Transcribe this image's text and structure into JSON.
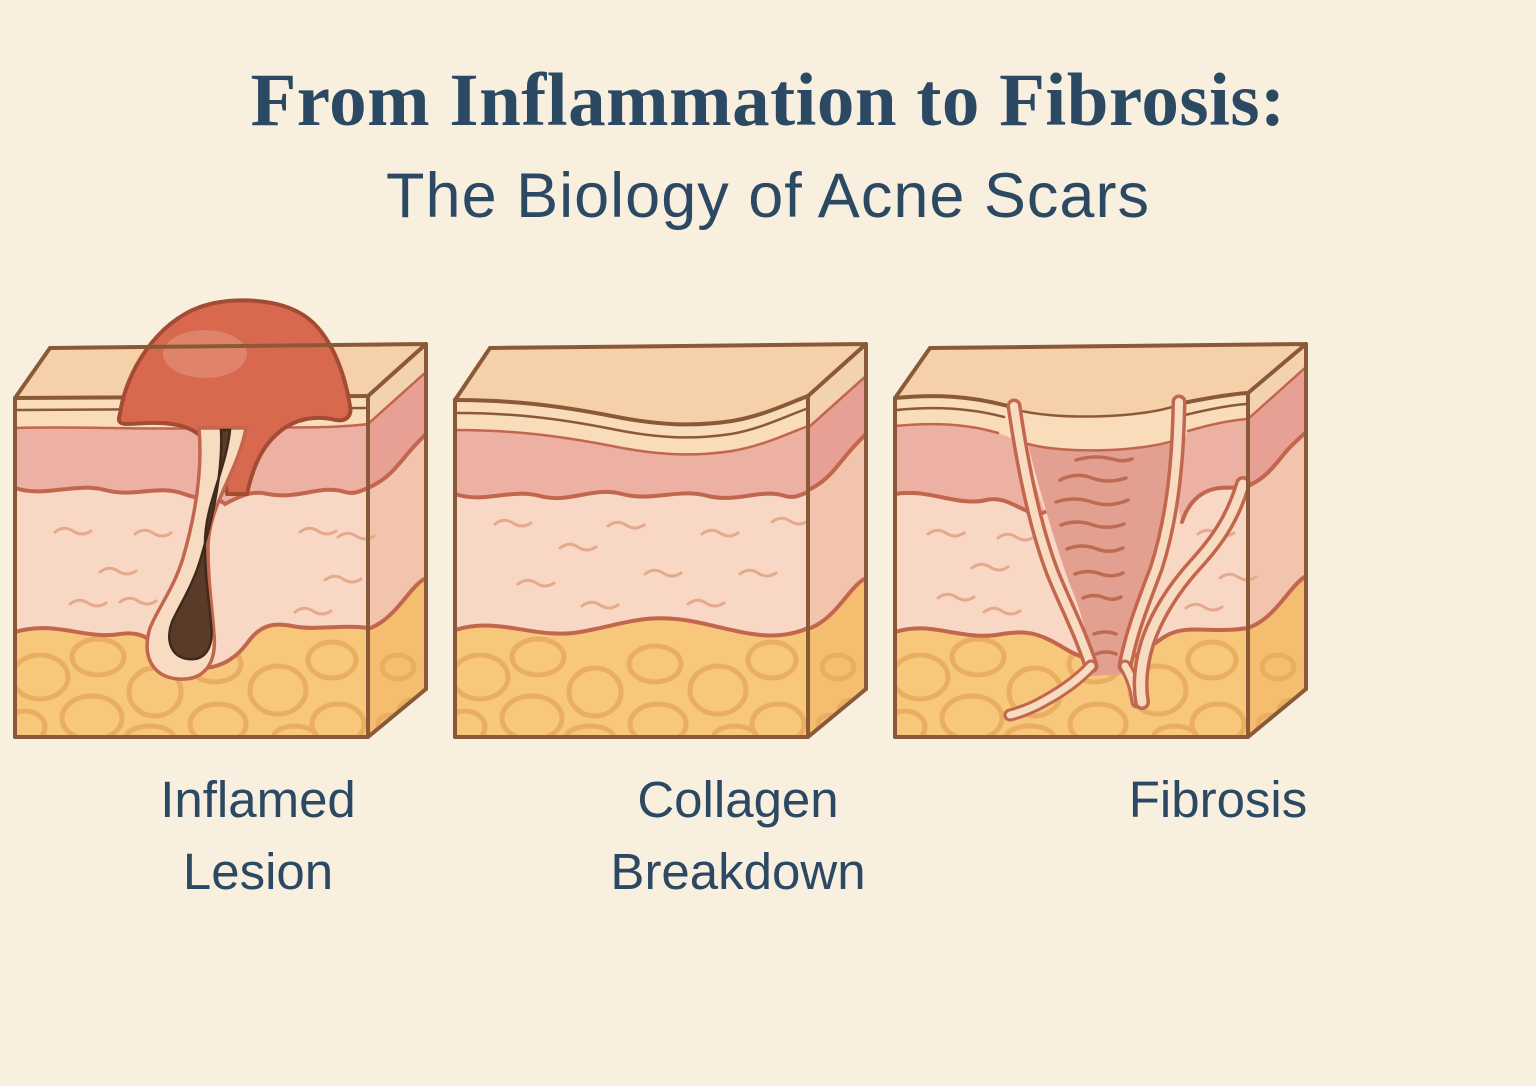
{
  "header": {
    "title": "From Inflammation to Fibrosis:",
    "subtitle": "The Biology of Acne Scars"
  },
  "panels": [
    {
      "id": "inflamed-lesion",
      "label": "Inflamed Lesion"
    },
    {
      "id": "collagen-breakdown",
      "label": "Collagen Breakdown"
    },
    {
      "id": "fibrosis",
      "label": "Fibrosis"
    }
  ],
  "illustration_layers": [
    "epidermis",
    "papillary dermis",
    "dermis",
    "subcutaneous fat"
  ],
  "colors": {
    "bg": "#f9efdf",
    "ink": "#2c4963",
    "edge": "#8a5a38",
    "layer-line": "#c2664d",
    "surface-top": "#f6d0a9",
    "epidermis": "#f9dcba",
    "papillary": "#edb1a4",
    "dermis": "#f8d7c4",
    "fat": "#f7c77c",
    "fat-line": "#e9ae62",
    "dermis-line": "#e5a98c",
    "epidermis-side": "#f3d2b0",
    "papillary-side": "#e7a093",
    "dermis-side": "#f2c3ad",
    "fat-side": "#f5bd6f",
    "lesion": "#d8684e",
    "lesion-highlight": "#e18a72",
    "lesion-edge": "#a34b33",
    "follicle": "#5a3a29",
    "follicle-edge": "#402a1b",
    "channel": "#f8dcc2",
    "scar": "#e3a090",
    "scar-line": "#bf6a52"
  }
}
